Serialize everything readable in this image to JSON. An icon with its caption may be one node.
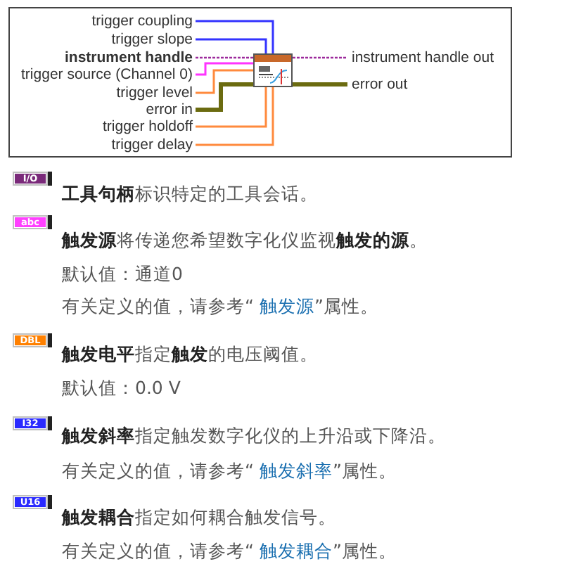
{
  "diagram": {
    "nodes": [
      {
        "text": [
          "trigger coupling"
        ]
      },
      {
        "text": [
          "trigger slope"
        ]
      },
      {
        "text": [
          "instrument handle"
        ]
      },
      {
        "text": [
          "trigger source (Channel 0)"
        ]
      },
      {
        "text": [
          "trigger level"
        ]
      },
      {
        "text": [
          "error in"
        ]
      },
      {
        "text": [
          "trigger holdoff"
        ]
      },
      {
        "text": [
          "trigger delay"
        ]
      },
      {
        "text": [],
        "shape": "box"
      },
      {
        "text": [
          "instrument handle out"
        ]
      },
      {
        "text": [
          "error out"
        ]
      }
    ],
    "edges": [
      {
        "from": 0,
        "to": 8,
        "arrow": "none",
        "color": "#3333ff"
      },
      {
        "from": 1,
        "to": 8,
        "arrow": "none",
        "color": "#3333ff"
      },
      {
        "from": 2,
        "to": 8,
        "arrow": "none",
        "style": "dashed",
        "color": "#9c2a9c"
      },
      {
        "from": 3,
        "to": 8,
        "arrow": "none",
        "color": "#ff33ff"
      },
      {
        "from": 4,
        "to": 8,
        "arrow": "none"
      },
      {
        "from": 5,
        "to": 8,
        "arrow": "none",
        "style": "thick",
        "color": "#6b6b10"
      },
      {
        "from": 6,
        "to": 8,
        "arrow": "none"
      },
      {
        "from": 7,
        "to": 8,
        "arrow": "none"
      },
      {
        "from": 8,
        "to": 9,
        "arrow": "none",
        "style": "dashed",
        "color": "#9c2a9c"
      },
      {
        "from": 8,
        "to": 10,
        "arrow": "none",
        "style": "thick",
        "color": "#6b6b10"
      }
    ],
    "labels": [
      "I/O",
      "**工具句柄**标识特定的工具会话。",
      "abc",
      "**触发源**将传递您希望数字化仪监视**触发的源**。",
      "默认值：通道0",
      "有关定义的值，请参考“",
      "触发源",
      "”属性。",
      "DBL",
      "**触发电平**指定**触发**的电压阈值。",
      "默认值：0.0 V",
      "I32",
      "**触发斜率**指定触发数字化仪的上升沿或下降沿。",
      "有关定义的值，请参考“",
      "触发斜率",
      "”属性。",
      "U16",
      "**触发耦合**指定如何耦合触发信号。",
      "有关定义的值，请参考“",
      "触发耦合",
      "”属性。"
    ]
  }
}
